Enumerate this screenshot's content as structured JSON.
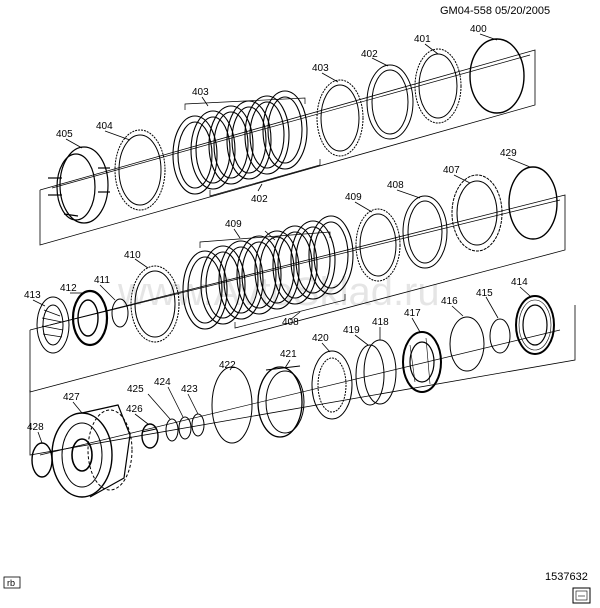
{
  "header": {
    "text": "GM04-558  05/20/2005"
  },
  "footer": {
    "number": "1537632",
    "badge": "rb"
  },
  "watermark": {
    "text": "www.AvtoSklad.ru"
  },
  "callouts": {
    "c400": "400",
    "c401": "401",
    "c402a": "402",
    "c402b": "402",
    "c403a": "403",
    "c403b": "403",
    "c404": "404",
    "c405": "405",
    "c407": "407",
    "c408a": "408",
    "c408b": "408",
    "c409a": "409",
    "c409b": "409",
    "c410": "410",
    "c411": "411",
    "c412": "412",
    "c413": "413",
    "c414": "414",
    "c415": "415",
    "c416": "416",
    "c417": "417",
    "c418": "418",
    "c419": "419",
    "c420": "420",
    "c421": "421",
    "c422": "422",
    "c423": "423",
    "c424": "424",
    "c425": "425",
    "c426": "426",
    "c427": "427",
    "c428": "428",
    "c429": "429"
  }
}
